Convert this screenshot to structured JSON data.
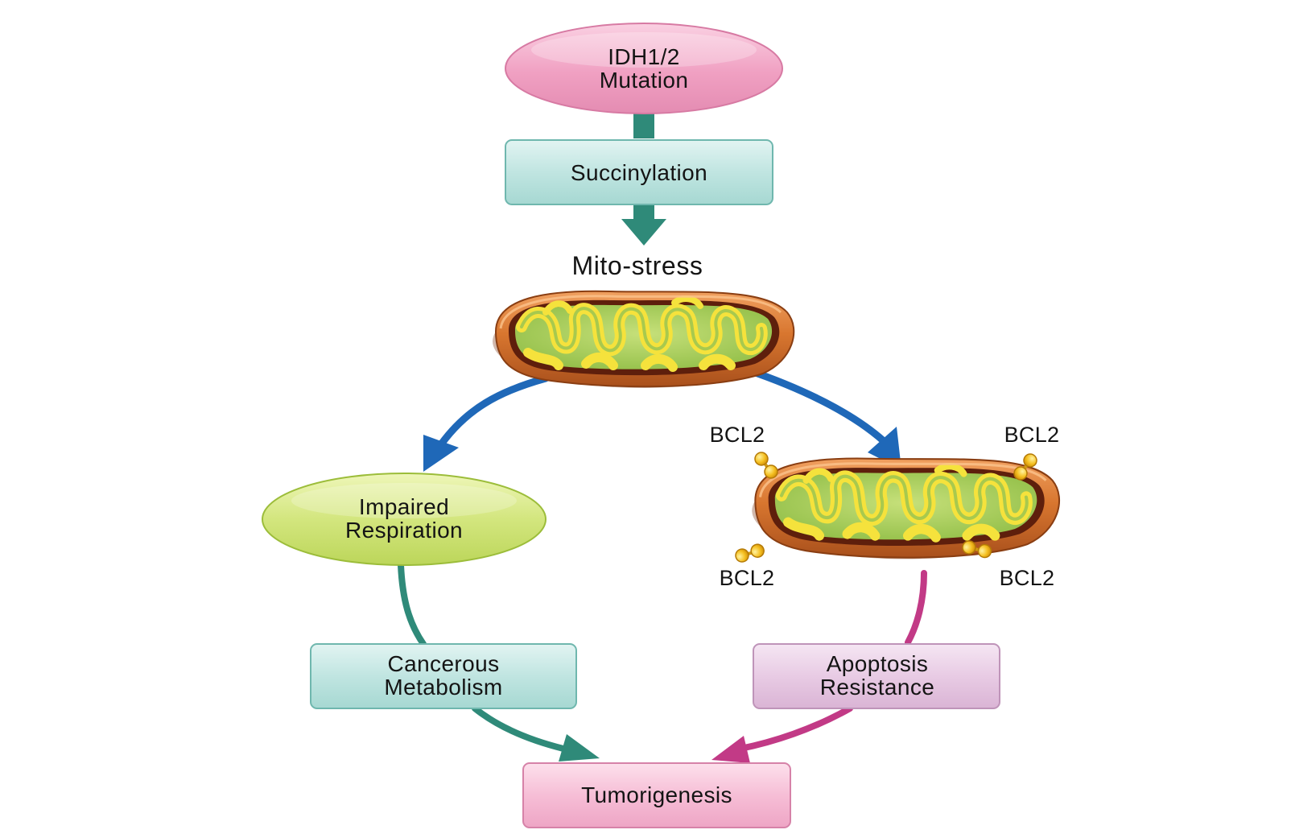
{
  "nodes": {
    "idh": {
      "line1": "IDH1/2",
      "line2": "Mutation"
    },
    "succinylation": {
      "label": "Succinylation"
    },
    "mito_stress": {
      "label": "Mito-stress"
    },
    "impaired": {
      "line1": "Impaired",
      "line2": "Respiration"
    },
    "cancerous": {
      "line1": "Cancerous",
      "line2": "Metabolism"
    },
    "apoptosis": {
      "line1": "Apoptosis",
      "line2": "Resistance"
    },
    "tumorigenesis": {
      "label": "Tumorigenesis"
    }
  },
  "bcl2": {
    "top_left": "BCL2",
    "top_right": "BCL2",
    "bottom_left": "BCL2",
    "bottom_right": "BCL2"
  },
  "colors": {
    "teal_arrow": "#2f8a79",
    "blue_arrow": "#1f68b8",
    "magenta_arrow": "#c23a86",
    "pink_fill": "#f2a3c4",
    "teal_box": "#bfe4e0",
    "lime_fill": "#cde27a",
    "lavender_box": "#e6c7e2",
    "pink_box": "#f6bcd4",
    "protein_gold": "#f2b81c"
  }
}
